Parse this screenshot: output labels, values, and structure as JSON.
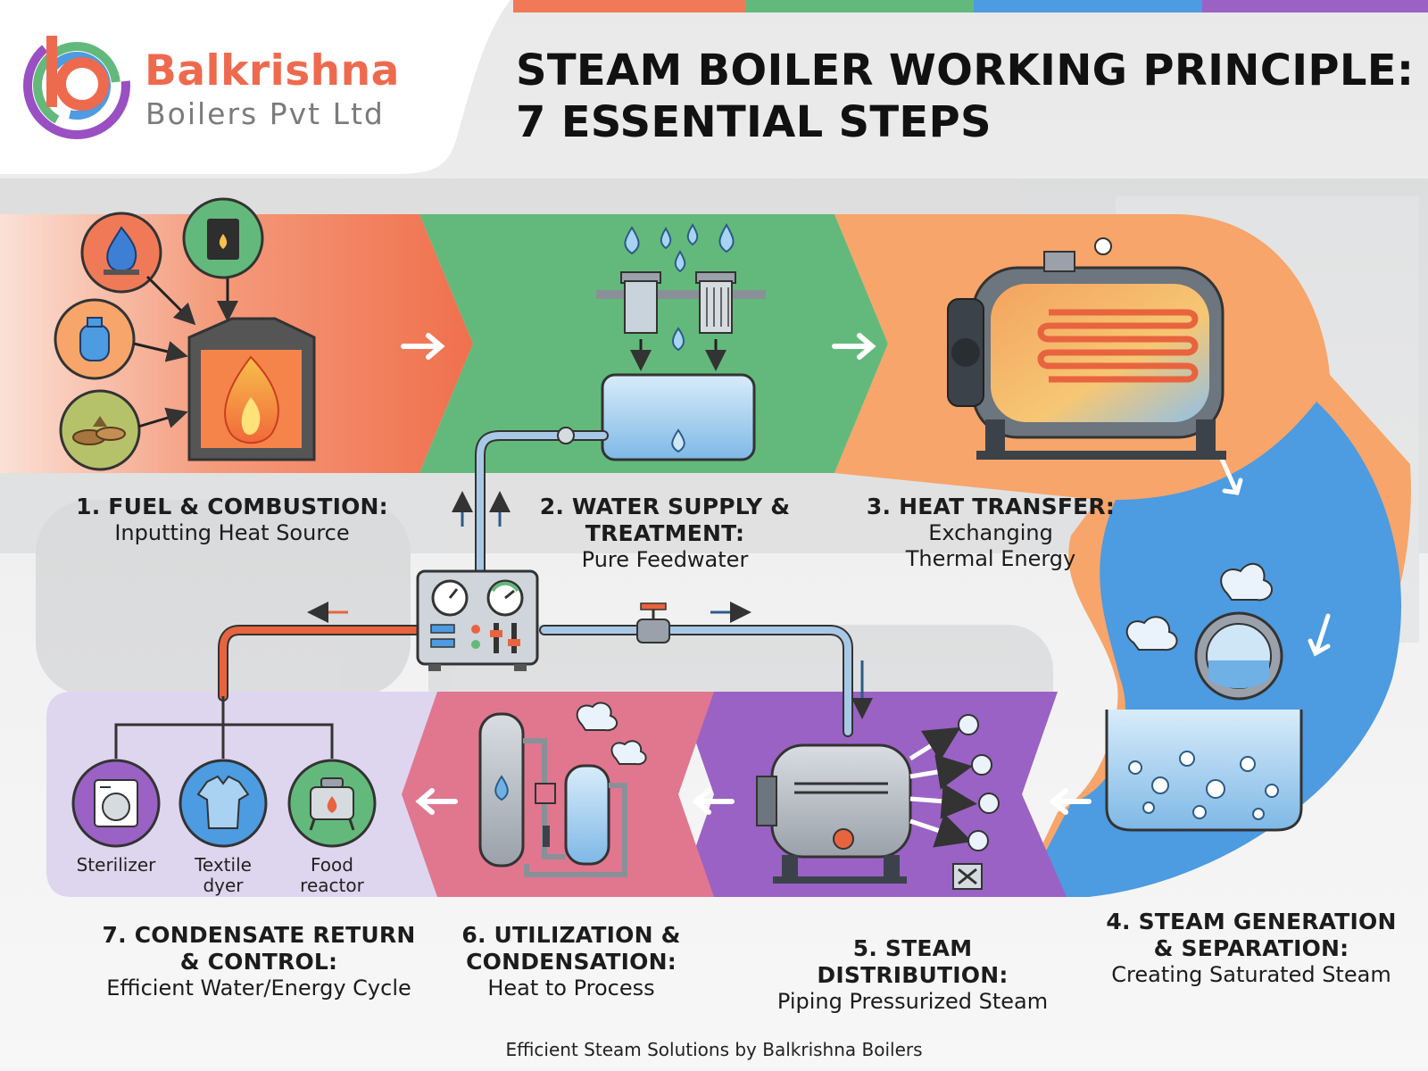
{
  "header": {
    "brand_name": "Balkrishna",
    "brand_sub": "Boilers Pvt Ltd",
    "title_line1": "STEAM BOILER WORKING PRINCIPLE:",
    "title_line2": "7 ESSENTIAL STEPS"
  },
  "colors": {
    "step1": "#f07a57",
    "step2": "#63b97b",
    "step3": "#f7a56a",
    "step4": "#4d9be0",
    "step5": "#9a62c4",
    "step6": "#e0778f",
    "step7": "#ddd6ee",
    "pipe_hot": "#e8643f",
    "pipe_cold": "#a9c8e6"
  },
  "steps": [
    {
      "title": "1. FUEL & COMBUSTION:",
      "subtitle": "Inputting Heat Source"
    },
    {
      "title_line1": "2. WATER SUPPLY &",
      "title_line2": "TREATMENT:",
      "subtitle": "Pure Feedwater"
    },
    {
      "title": "3. HEAT TRANSFER:",
      "subtitle_line1": "Exchanging",
      "subtitle_line2": "Thermal Energy"
    },
    {
      "title_line1": "4. STEAM GENERATION",
      "title_line2": "& SEPARATION:",
      "subtitle": "Creating Saturated Steam"
    },
    {
      "title": "5. STEAM DISTRIBUTION:",
      "subtitle": "Piping Pressurized Steam"
    },
    {
      "title_line1": "6. UTILIZATION &",
      "title_line2": "CONDENSATION:",
      "subtitle": "Heat to Process"
    },
    {
      "title_line1": "7. CONDENSATE RETURN",
      "title_line2": "& CONTROL:",
      "subtitle": "Efficient Water/Energy Cycle"
    }
  ],
  "applications": [
    {
      "label": "Sterilizer"
    },
    {
      "label_line1": "Textile",
      "label_line2": "dyer"
    },
    {
      "label_line1": "Food",
      "label_line2": "reactor"
    }
  ],
  "icons": [
    "flame-icon",
    "oil-drum-icon",
    "gas-cylinder-icon",
    "biomass-icon",
    "washing-machine-icon",
    "shirt-icon",
    "cooking-pot-icon"
  ],
  "footer": "Efficient Steam Solutions by Balkrishna Boilers"
}
